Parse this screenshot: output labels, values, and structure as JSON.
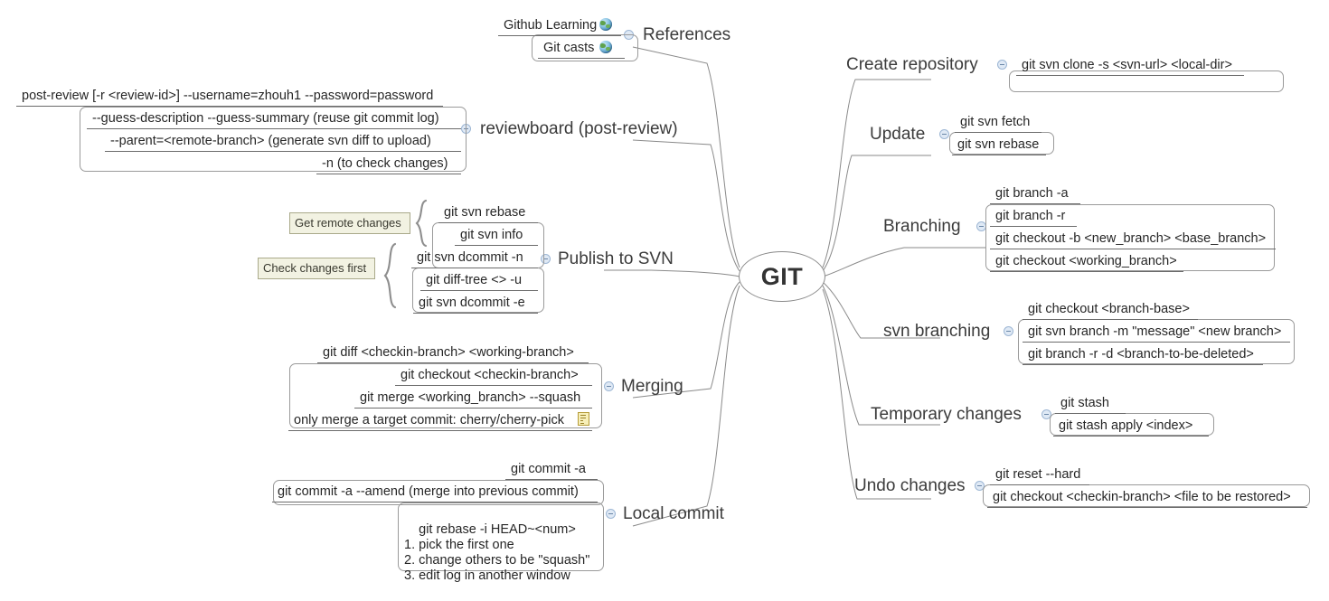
{
  "title": "GIT mind map",
  "central": {
    "label": "GIT"
  },
  "colors": {
    "node_border": "#9a9a9a",
    "text": "#2b2b2b",
    "toggle_fill": "#dfe9f5",
    "toggle_border": "#9db6d4",
    "callout_fill": "#f2f2e2",
    "callout_border": "#a9a98a",
    "note_icon": "#f7efb8",
    "connector": "#8a8a8a"
  },
  "icons": {
    "globe": "globe-icon",
    "note": "note-icon",
    "collapse": "collapse-minus-icon"
  },
  "branches": {
    "references": {
      "label": "References",
      "items": [
        {
          "text": "Github Learning",
          "icon": "globe-icon"
        },
        {
          "text": "Git casts",
          "icon": "globe-icon"
        }
      ]
    },
    "reviewboard": {
      "label": "reviewboard (post-review)",
      "items": [
        {
          "text": "post-review [-r <review-id>] --username=zhouh1 --password=password"
        },
        {
          "text": "--guess-description --guess-summary (reuse git commit log)"
        },
        {
          "text": "--parent=<remote-branch>  (generate svn diff to upload)"
        },
        {
          "text": "-n (to check changes)"
        }
      ]
    },
    "publish_to_svn": {
      "label": "Publish to SVN",
      "items": [
        {
          "text": "git svn rebase"
        },
        {
          "text": "git svn info"
        },
        {
          "text": "git svn dcommit -n"
        },
        {
          "text": "git diff-tree <> -u"
        },
        {
          "text": "git svn dcommit -e"
        }
      ],
      "callouts": [
        {
          "text": "Get remote changes",
          "covers": "git svn rebase / git svn info"
        },
        {
          "text": "Check changes first",
          "covers": "git svn dcommit -n / git diff-tree <> -u / git svn dcommit -e"
        }
      ]
    },
    "merging": {
      "label": "Merging",
      "items": [
        {
          "text": "git diff <checkin-branch> <working-branch>"
        },
        {
          "text": "git checkout <checkin-branch>"
        },
        {
          "text": "git  merge <working_branch> --squash"
        },
        {
          "text": "only merge a target commit: cherry/cherry-pick",
          "icon": "note-icon"
        }
      ]
    },
    "local_commit": {
      "label": "Local commit",
      "items": [
        {
          "text": "git commit -a"
        },
        {
          "text": "git commit -a --amend (merge into previous commit)"
        },
        {
          "text": "git rebase -i HEAD~<num>\n1. pick the first one\n2. change others to be \"squash\"\n3. edit log in another window"
        }
      ]
    },
    "create_repository": {
      "label": "Create repository",
      "items": [
        {
          "text": "git svn clone -s <svn-url> <local-dir>"
        }
      ]
    },
    "update": {
      "label": "Update",
      "items": [
        {
          "text": "git svn fetch"
        },
        {
          "text": "git svn rebase"
        }
      ]
    },
    "branching": {
      "label": "Branching",
      "items": [
        {
          "text": "git branch -a"
        },
        {
          "text": "git branch -r"
        },
        {
          "text": "git checkout -b <new_branch> <base_branch>"
        },
        {
          "text": "git checkout <working_branch>"
        }
      ]
    },
    "svn_branching": {
      "label": "svn branching",
      "items": [
        {
          "text": "git checkout <branch-base>"
        },
        {
          "text": "git svn branch  -m \"message\" <new branch>"
        },
        {
          "text": "git branch -r -d <branch-to-be-deleted>"
        }
      ]
    },
    "temporary_changes": {
      "label": "Temporary changes",
      "items": [
        {
          "text": "git stash"
        },
        {
          "text": "git stash apply <index>"
        }
      ]
    },
    "undo_changes": {
      "label": "Undo changes",
      "items": [
        {
          "text": "git reset --hard"
        },
        {
          "text": "git checkout <checkin-branch> <file to be restored>"
        }
      ]
    }
  }
}
